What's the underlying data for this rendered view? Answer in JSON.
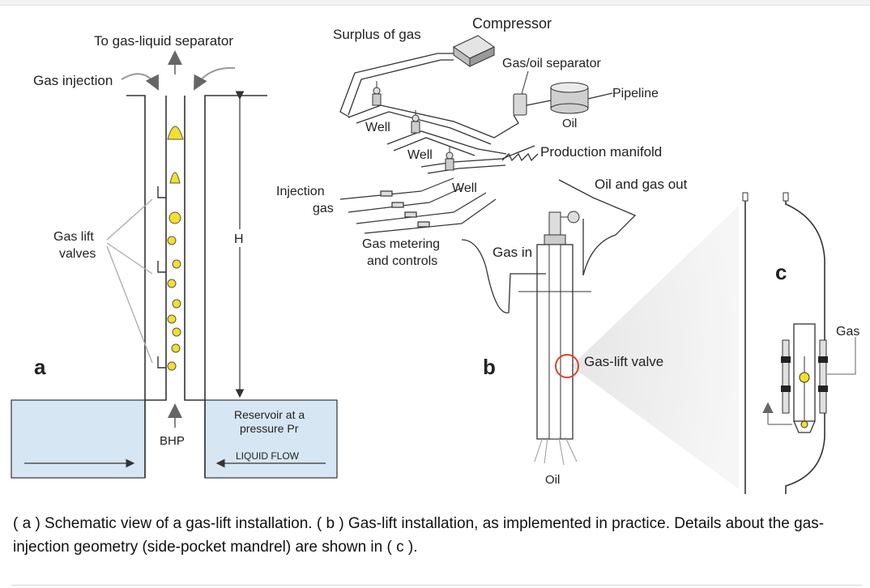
{
  "panel_a": {
    "letter": "a",
    "to_separator": "To gas-liquid separator",
    "gas_injection": "Gas injection",
    "gas_lift_valves": [
      "Gas lift",
      "valves"
    ],
    "height": "H",
    "bhp": "BHP",
    "reservoir": [
      "Reservoir at a",
      "pressure Pr"
    ],
    "liquid_flow": "LIQUID FLOW"
  },
  "panel_b": {
    "letter": "b",
    "compressor": "Compressor",
    "surplus_of_gas": "Surplus of gas",
    "gas_oil_separator": "Gas/oil separator",
    "pipeline": "Pipeline",
    "oil_tank": "Oil",
    "well_1": "Well",
    "well_2": "Well",
    "well_3": "Well",
    "production_manifold": "Production manifold",
    "oil_and_gas_out": "Oil and gas out",
    "injection_gas": [
      "Injection",
      "gas"
    ],
    "gas_metering": [
      "Gas metering",
      "and controls"
    ],
    "gas_in": "Gas in",
    "gas_lift_valve": "Gas-lift valve",
    "oil_bottom": "Oil"
  },
  "panel_c": {
    "letter": "c",
    "gas": "Gas"
  },
  "caption": "( a ) Schematic view of a gas-lift installation. ( b ) Gas-lift installation, as implemented in practice. Details about the gas-injection geometry (side-pocket mandrel) are shown in ( c ).",
  "colors": {
    "reservoir_fill": "#d6e6f2",
    "bubble_fill": "#f2e02a",
    "valve_highlight": "#d9432a",
    "line": "#333333"
  }
}
